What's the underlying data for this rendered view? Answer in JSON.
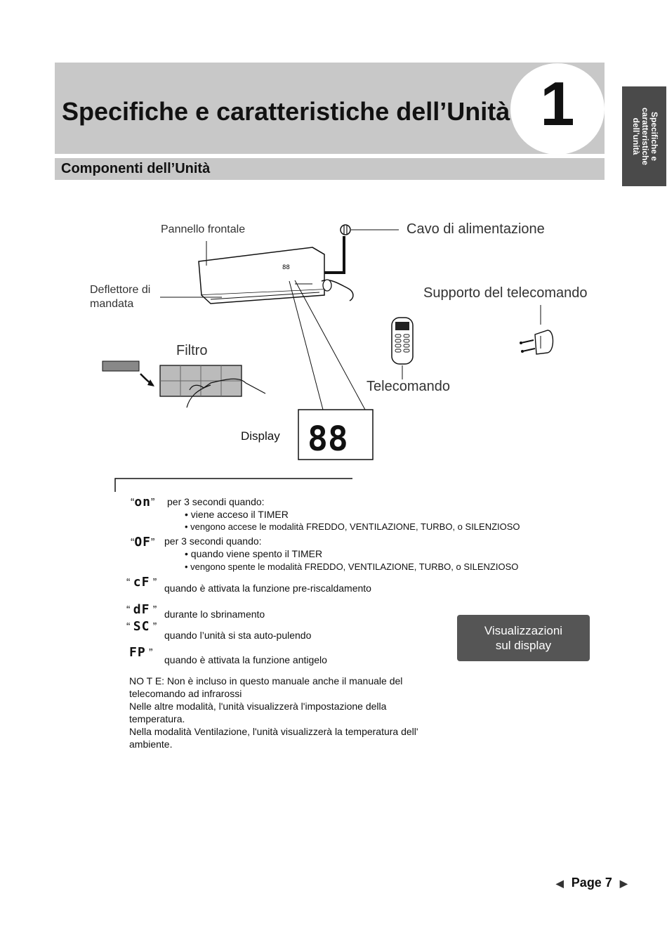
{
  "header": {
    "title": "Specifiche e caratteristiche dell’Unità",
    "chapter_number": "1",
    "section_title": "Componenti dell’Unità"
  },
  "side_tab": {
    "line1": "Specifiche e",
    "line2": "caratteristiche",
    "line3": "dell’unità"
  },
  "diagram": {
    "front_panel": "Pannello frontale",
    "power_cable": "Cavo di alimentazione",
    "louver_line1": "Deflettore di",
    "louver_line2": "mandata",
    "remote_holder": "Supporto del telecomando",
    "filter": "Filtro",
    "remote": "Telecomando",
    "display_label": "Display",
    "display_digits": "88",
    "unit_digits": "88"
  },
  "codes": {
    "on": {
      "code": "on",
      "text": "per 3 secondi quando:",
      "bullets": [
        "viene acceso il TIMER",
        "vengono accese le modalità FREDDO, VENTILAZIONE, TURBO, o SILENZIOSO"
      ]
    },
    "of": {
      "code": "OF",
      "text": "per 3 secondi quando:",
      "bullets": [
        "quando viene spento il TIMER",
        "vengono spente le modalità FREDDO, VENTILAZIONE, TURBO, o SILENZIOSO"
      ]
    },
    "cf": {
      "code": "cF",
      "text": "quando è attivata la funzione pre-riscaldamento"
    },
    "df": {
      "code": "dF",
      "text": "durante lo sbrinamento"
    },
    "sc": {
      "code": "SC",
      "text": "quando l’unità si sta auto-pulendo"
    },
    "fp": {
      "code": "FP",
      "text": "quando è attivata la funzione antigelo"
    }
  },
  "note": {
    "line1": "NO T E: Non è incluso in questo manuale anche il manuale del",
    "line2": "telecomando ad infrarossi",
    "line3": "Nelle altre modalità, l'unità visualizzerà l'impostazione della",
    "line4": "temperatura.",
    "line5": "Nella modalità Ventilazione, l'unità visualizzerà la temperatura dell'",
    "line6": "ambiente."
  },
  "badge": {
    "line1": "Visualizzazioni",
    "line2": "sul display"
  },
  "footer": {
    "page_label": "Page 7",
    "prev_icon": "triangle-left-icon",
    "next_icon": "triangle-right-icon"
  }
}
